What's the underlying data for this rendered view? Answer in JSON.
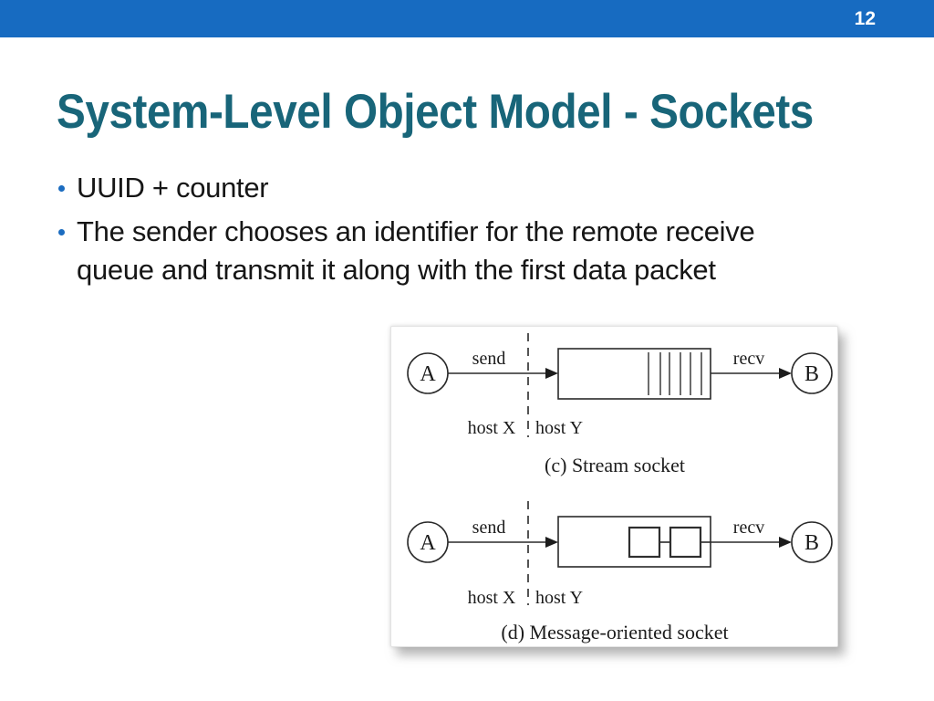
{
  "slide": {
    "page_number": "12",
    "title": "System-Level Object Model - Sockets",
    "bullets": [
      {
        "text": "UUID + counter"
      },
      {
        "lines": [
          "The sender chooses an identifier for the remote receive",
          "queue and transmit it along with the first data packet"
        ]
      }
    ]
  },
  "figure": {
    "stream": {
      "node_a": "A",
      "node_b": "B",
      "send_label": "send",
      "recv_label": "recv",
      "host_left": "host X",
      "host_right": "host Y",
      "caption": "(c) Stream socket"
    },
    "message": {
      "node_a": "A",
      "node_b": "B",
      "send_label": "send",
      "recv_label": "recv",
      "host_left": "host X",
      "host_right": "host Y",
      "caption": "(d) Message-oriented socket"
    }
  },
  "colors": {
    "header_bar": "#176BC1",
    "page_number_text": "#FFFFFF",
    "title_text": "#186579",
    "bullet_dot": "#1B6CC0",
    "body_text": "#161616",
    "diagram_ink": "#2A2A2A"
  }
}
